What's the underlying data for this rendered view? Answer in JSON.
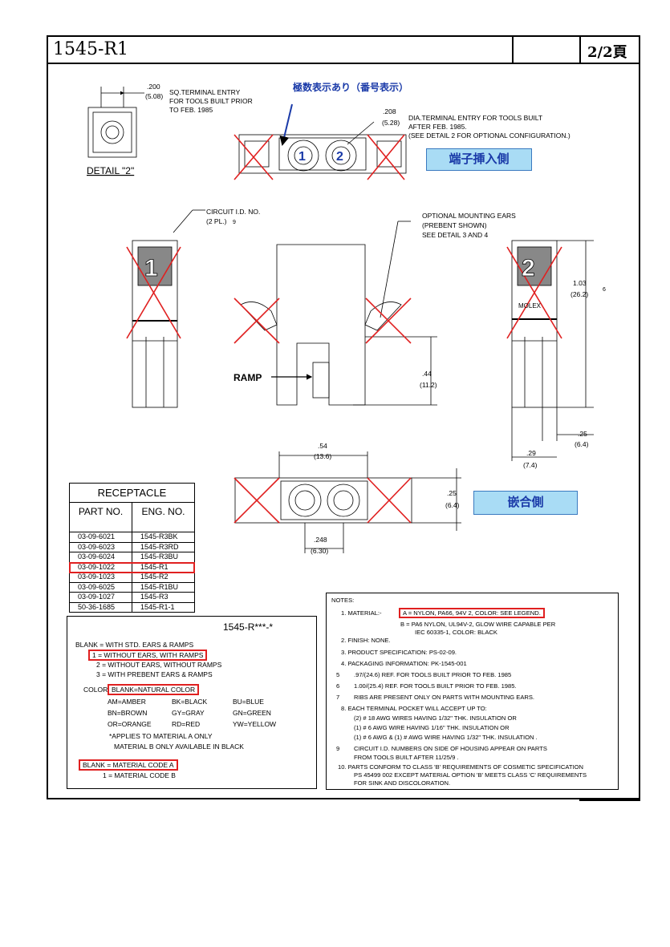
{
  "header": {
    "title": "1545-R1",
    "page": "2/2頁"
  },
  "labels": {
    "jp_circuit_numbers": "極数表示あり（番号表示）",
    "jp_terminal_side": "端子挿入側",
    "jp_mating_side": "嵌合側",
    "detail_2": "DETAIL \"2\"",
    "sq_entry_dim": ".200",
    "sq_entry_dim_mm": "(5.08)",
    "sq_entry_l1": "SQ.TERMINAL ENTRY",
    "sq_entry_l2": "FOR TOOLS BUILT PRIOR",
    "sq_entry_l3": "TO FEB. 1985",
    "dia_dim": ".208",
    "dia_dim_mm": "(5.28)",
    "dia_l1": "DIA.TERMINAL ENTRY FOR TOOLS BUILT",
    "dia_l2": "AFTER FEB. 1985.",
    "dia_l3": "(SEE DETAIL 2 FOR OPTIONAL CONFIGURATION.)",
    "circuit_l1": "CIRCUIT I.D. NO.",
    "circuit_l2": "(2 PL.)",
    "circuit_flag": "9",
    "ears_l1": "OPTIONAL MOUNTING EARS",
    "ears_l2": "(PREBENT SHOWN)",
    "ears_l3": "SEE DETAIL 3 AND 4",
    "dim_103": "1.03",
    "dim_103_mm": "(26.2)",
    "dim_103_flag": "6",
    "ramp": "RAMP",
    "dim_44": ".44",
    "dim_44_mm": "(11.2)",
    "dim_25a": ".25",
    "dim_25a_mm": "(6.4)",
    "dim_29": ".29",
    "dim_29_mm": "(7.4)",
    "dim_54": ".54",
    "dim_54_mm": "(13.6)",
    "dim_25b": ".25",
    "dim_25b_mm": "(6.4)",
    "dim_248": ".248",
    "dim_248_mm": "(6.30)",
    "num1": "1",
    "num2": "2",
    "molex": "MOLEX"
  },
  "receptacle": {
    "caption": "RECEPTACLE",
    "col1": "PART NO.",
    "col2": "ENG. NO.",
    "rows": [
      {
        "part": "03-09-6021",
        "eng": "1545-R3BK"
      },
      {
        "part": "03-09-6023",
        "eng": "1545-R3RD"
      },
      {
        "part": "03-09-6024",
        "eng": "1545-R3BU"
      },
      {
        "part": "03-09-1022",
        "eng": "1545-R1"
      },
      {
        "part": "03-09-1023",
        "eng": "1545-R2"
      },
      {
        "part": "03-09-6025",
        "eng": "1545-R1BU"
      },
      {
        "part": "03-09-1027",
        "eng": "1545-R3"
      },
      {
        "part": "50-36-1685",
        "eng": "1545-R1-1"
      }
    ]
  },
  "legend": {
    "code": "1545-R***-*",
    "blank_ears": "BLANK = WITH STD. EARS & RAMPS",
    "opt1": "1 = WITHOUT EARS, WITH RAMPS",
    "opt2": "2 = WITHOUT EARS, WITHOUT RAMPS",
    "opt3": "3 = WITH PREBENT EARS & RAMPS",
    "color_label": "COLOR:",
    "color_blank": "BLANK=NATURAL COLOR",
    "c_am": "AM=AMBER",
    "c_bk": "BK=BLACK",
    "c_bu": "BU=BLUE",
    "c_bn": "BN=BROWN",
    "c_gy": "GY=GRAY",
    "c_gn": "GN=GREEN",
    "c_or": "OR=ORANGE",
    "c_rd": "RD=RED",
    "c_yw": "YW=YELLOW",
    "applies1": "*APPLIES TO MATERIAL A ONLY",
    "applies2": "MATERIAL B ONLY AVAILABLE IN BLACK",
    "mat_a": "BLANK = MATERIAL CODE A",
    "mat_b": "1 = MATERIAL CODE B"
  },
  "notes": {
    "title": "NOTES:",
    "n1": "1.  MATERIAL:-",
    "n1a": "A =   NYLON, PA66, 94V 2, COLOR: SEE LEGEND.",
    "n1b1": "B =   PA6 NYLON, UL94V-2, GLOW WIRE CAPABLE PER",
    "n1b2": "IEC 60335-1, COLOR: BLACK",
    "n2": "2.  FINISH: NONE.",
    "n3": "3.  PRODUCT SPECIFICATION: PS-02-09.",
    "n4": "4.  PACKAGING INFORMATION: PK-1545-001",
    "n5": ".97/(24.6) REF. FOR TOOLS BUILT PRIOR TO FEB. 1985",
    "n6": "1.00/(25.4) REF. FOR TOOLS BUILT PRIOR TO FEB. 1985.",
    "n7": "RIBS ARE PRESENT ONLY ON PARTS WITH MOUNTING EARS.",
    "n8": "8.  EACH TERMINAL POCKET WILL ACCEPT UP TO:",
    "n8a": "(2) # 18 AWG WIRES HAVING 1/32\" THK. INSULATION OR",
    "n8b": "(1) # 6 AWG WIRE HAVING 1/16\" THK. INSULATION OR",
    "n8c": "(1) # 6 AWG & (1) # AWG WIRE HAVING 1/32\" THK. INSULATION .",
    "n9a": "CIRCUIT I.D. NUMBERS ON SIDE OF HOUSING APPEAR ON PARTS",
    "n9b": "FROM TOOLS BUILT AFTER 11/25/9 .",
    "n10a": "10.  PARTS CONFORM TO CLASS 'B' REQUIREMENTS OF COSMETIC SPECIFICATION",
    "n10b": "PS 45499 002 EXCEPT MATERIAL OPTION 'B' MEETS CLASS 'C' REQUIREMENTS",
    "n10c": "FOR SINK AND DISCOLORATION.",
    "f5": "5",
    "f6": "6",
    "f7": "7",
    "f9": "9"
  },
  "colors": {
    "red": "#e02020",
    "blue_box": "#a9dcf5",
    "blue_text": "#1a3aa8"
  }
}
